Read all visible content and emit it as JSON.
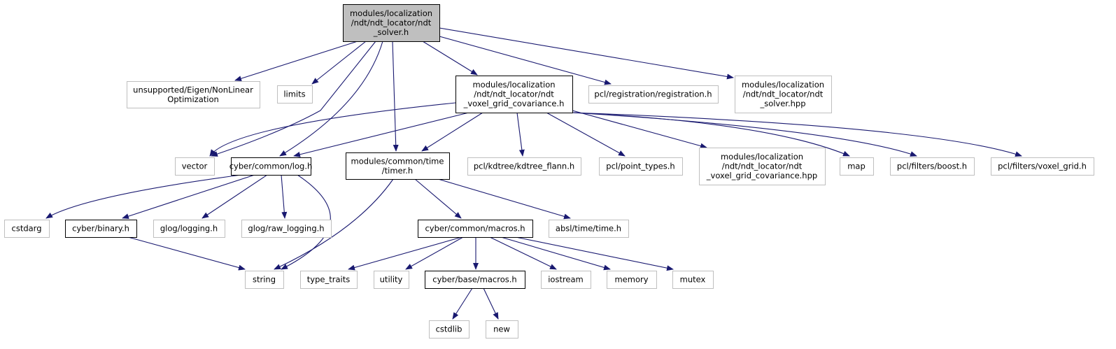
{
  "diagram": {
    "colors": {
      "root_fill": "#bfbfbf",
      "root_stroke": "#000000",
      "documented_stroke": "#000000",
      "undocumented_stroke": "#bfbfbf",
      "node_fill": "#ffffff",
      "edge": "#191970"
    },
    "nodes": [
      {
        "id": "ndt_solver_h",
        "kind": "root",
        "lines": [
          "modules/localization",
          "/ndt/ndt_locator/ndt",
          "_solver.h"
        ]
      },
      {
        "id": "eigen_nonlinear",
        "kind": "external",
        "lines": [
          "unsupported/Eigen/NonLinear",
          "Optimization"
        ]
      },
      {
        "id": "limits",
        "kind": "external",
        "lines": [
          "limits"
        ]
      },
      {
        "id": "voxel_grid_cov_h",
        "kind": "documented",
        "lines": [
          "modules/localization",
          "/ndt/ndt_locator/ndt",
          "_voxel_grid_covariance.h"
        ]
      },
      {
        "id": "pcl_registration",
        "kind": "external",
        "lines": [
          "pcl/registration/registration.h"
        ]
      },
      {
        "id": "ndt_solver_hpp",
        "kind": "external",
        "lines": [
          "modules/localization",
          "/ndt/ndt_locator/ndt",
          "_solver.hpp"
        ]
      },
      {
        "id": "vector",
        "kind": "external",
        "lines": [
          "vector"
        ]
      },
      {
        "id": "cyber_log_h",
        "kind": "documented",
        "lines": [
          "cyber/common/log.h"
        ]
      },
      {
        "id": "timer_h",
        "kind": "documented",
        "lines": [
          "modules/common/time",
          "/timer.h"
        ]
      },
      {
        "id": "kdtree_flann",
        "kind": "external",
        "lines": [
          "pcl/kdtree/kdtree_flann.h"
        ]
      },
      {
        "id": "point_types",
        "kind": "external",
        "lines": [
          "pcl/point_types.h"
        ]
      },
      {
        "id": "voxel_grid_cov_hpp",
        "kind": "external",
        "lines": [
          "modules/localization",
          "/ndt/ndt_locator/ndt",
          "_voxel_grid_covariance.hpp"
        ]
      },
      {
        "id": "map",
        "kind": "external",
        "lines": [
          "map"
        ]
      },
      {
        "id": "filters_boost",
        "kind": "external",
        "lines": [
          "pcl/filters/boost.h"
        ]
      },
      {
        "id": "filters_voxel_grid",
        "kind": "external",
        "lines": [
          "pcl/filters/voxel_grid.h"
        ]
      },
      {
        "id": "cstdarg",
        "kind": "external",
        "lines": [
          "cstdarg"
        ]
      },
      {
        "id": "cyber_binary_h",
        "kind": "documented",
        "lines": [
          "cyber/binary.h"
        ]
      },
      {
        "id": "glog_logging",
        "kind": "external",
        "lines": [
          "glog/logging.h"
        ]
      },
      {
        "id": "glog_raw_logging",
        "kind": "external",
        "lines": [
          "glog/raw_logging.h"
        ]
      },
      {
        "id": "common_macros_h",
        "kind": "documented",
        "lines": [
          "cyber/common/macros.h"
        ]
      },
      {
        "id": "absl_time",
        "kind": "external",
        "lines": [
          "absl/time/time.h"
        ]
      },
      {
        "id": "string",
        "kind": "external",
        "lines": [
          "string"
        ]
      },
      {
        "id": "type_traits",
        "kind": "external",
        "lines": [
          "type_traits"
        ]
      },
      {
        "id": "utility",
        "kind": "external",
        "lines": [
          "utility"
        ]
      },
      {
        "id": "base_macros_h",
        "kind": "documented",
        "lines": [
          "cyber/base/macros.h"
        ]
      },
      {
        "id": "iostream",
        "kind": "external",
        "lines": [
          "iostream"
        ]
      },
      {
        "id": "memory",
        "kind": "external",
        "lines": [
          "memory"
        ]
      },
      {
        "id": "mutex",
        "kind": "external",
        "lines": [
          "mutex"
        ]
      },
      {
        "id": "cstdlib",
        "kind": "external",
        "lines": [
          "cstdlib"
        ]
      },
      {
        "id": "new",
        "kind": "external",
        "lines": [
          "new"
        ]
      }
    ],
    "edges": [
      {
        "from": "ndt_solver_h",
        "to": "eigen_nonlinear"
      },
      {
        "from": "ndt_solver_h",
        "to": "limits"
      },
      {
        "from": "ndt_solver_h",
        "to": "voxel_grid_cov_h"
      },
      {
        "from": "ndt_solver_h",
        "to": "pcl_registration"
      },
      {
        "from": "ndt_solver_h",
        "to": "ndt_solver_hpp"
      },
      {
        "from": "ndt_solver_h",
        "to": "vector"
      },
      {
        "from": "ndt_solver_h",
        "to": "cyber_log_h"
      },
      {
        "from": "ndt_solver_h",
        "to": "timer_h"
      },
      {
        "from": "voxel_grid_cov_h",
        "to": "vector"
      },
      {
        "from": "voxel_grid_cov_h",
        "to": "cyber_log_h"
      },
      {
        "from": "voxel_grid_cov_h",
        "to": "timer_h"
      },
      {
        "from": "voxel_grid_cov_h",
        "to": "kdtree_flann"
      },
      {
        "from": "voxel_grid_cov_h",
        "to": "point_types"
      },
      {
        "from": "voxel_grid_cov_h",
        "to": "voxel_grid_cov_hpp"
      },
      {
        "from": "voxel_grid_cov_h",
        "to": "map"
      },
      {
        "from": "voxel_grid_cov_h",
        "to": "filters_boost"
      },
      {
        "from": "voxel_grid_cov_h",
        "to": "filters_voxel_grid"
      },
      {
        "from": "cyber_log_h",
        "to": "cstdarg"
      },
      {
        "from": "cyber_log_h",
        "to": "cyber_binary_h"
      },
      {
        "from": "cyber_log_h",
        "to": "glog_logging"
      },
      {
        "from": "cyber_log_h",
        "to": "glog_raw_logging"
      },
      {
        "from": "cyber_log_h",
        "to": "string"
      },
      {
        "from": "cyber_binary_h",
        "to": "string"
      },
      {
        "from": "timer_h",
        "to": "string"
      },
      {
        "from": "timer_h",
        "to": "common_macros_h"
      },
      {
        "from": "timer_h",
        "to": "absl_time"
      },
      {
        "from": "common_macros_h",
        "to": "type_traits"
      },
      {
        "from": "common_macros_h",
        "to": "utility"
      },
      {
        "from": "common_macros_h",
        "to": "base_macros_h"
      },
      {
        "from": "common_macros_h",
        "to": "iostream"
      },
      {
        "from": "common_macros_h",
        "to": "memory"
      },
      {
        "from": "common_macros_h",
        "to": "mutex"
      },
      {
        "from": "base_macros_h",
        "to": "cstdlib"
      },
      {
        "from": "base_macros_h",
        "to": "new"
      }
    ]
  }
}
